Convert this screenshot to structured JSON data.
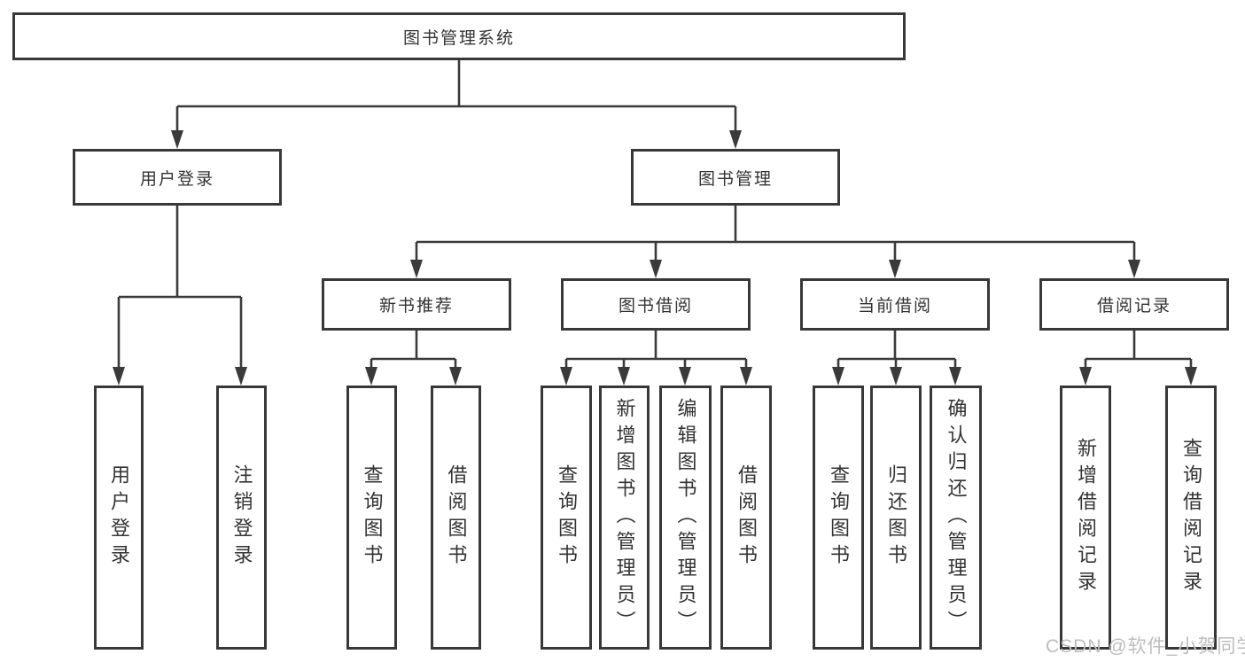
{
  "diagram_type": "hierarchy-tree",
  "colors": {
    "line": "#3a3a3a",
    "box_border": "#383838",
    "text": "#333333",
    "watermark": "#bdbdbd",
    "background": "#ffffff"
  },
  "tree": {
    "label": "图书管理系统",
    "children": [
      {
        "label": "用户登录",
        "children": [
          {
            "label": "用户登录"
          },
          {
            "label": "注销登录"
          }
        ]
      },
      {
        "label": "图书管理",
        "children": [
          {
            "label": "新书推荐",
            "children": [
              {
                "label": "查询图书"
              },
              {
                "label": "借阅图书"
              }
            ]
          },
          {
            "label": "图书借阅",
            "children": [
              {
                "label": "查询图书"
              },
              {
                "label": "新增图书（管理员）"
              },
              {
                "label": "编辑图书（管理员）"
              },
              {
                "label": "借阅图书"
              }
            ]
          },
          {
            "label": "当前借阅",
            "children": [
              {
                "label": "查询图书"
              },
              {
                "label": "归还图书"
              },
              {
                "label": "确认归还（管理员）"
              }
            ]
          },
          {
            "label": "借阅记录",
            "children": [
              {
                "label": "新增借阅记录"
              },
              {
                "label": "查询借阅记录"
              }
            ]
          }
        ]
      }
    ]
  },
  "watermark": "CSDN @软件_小贺同学"
}
